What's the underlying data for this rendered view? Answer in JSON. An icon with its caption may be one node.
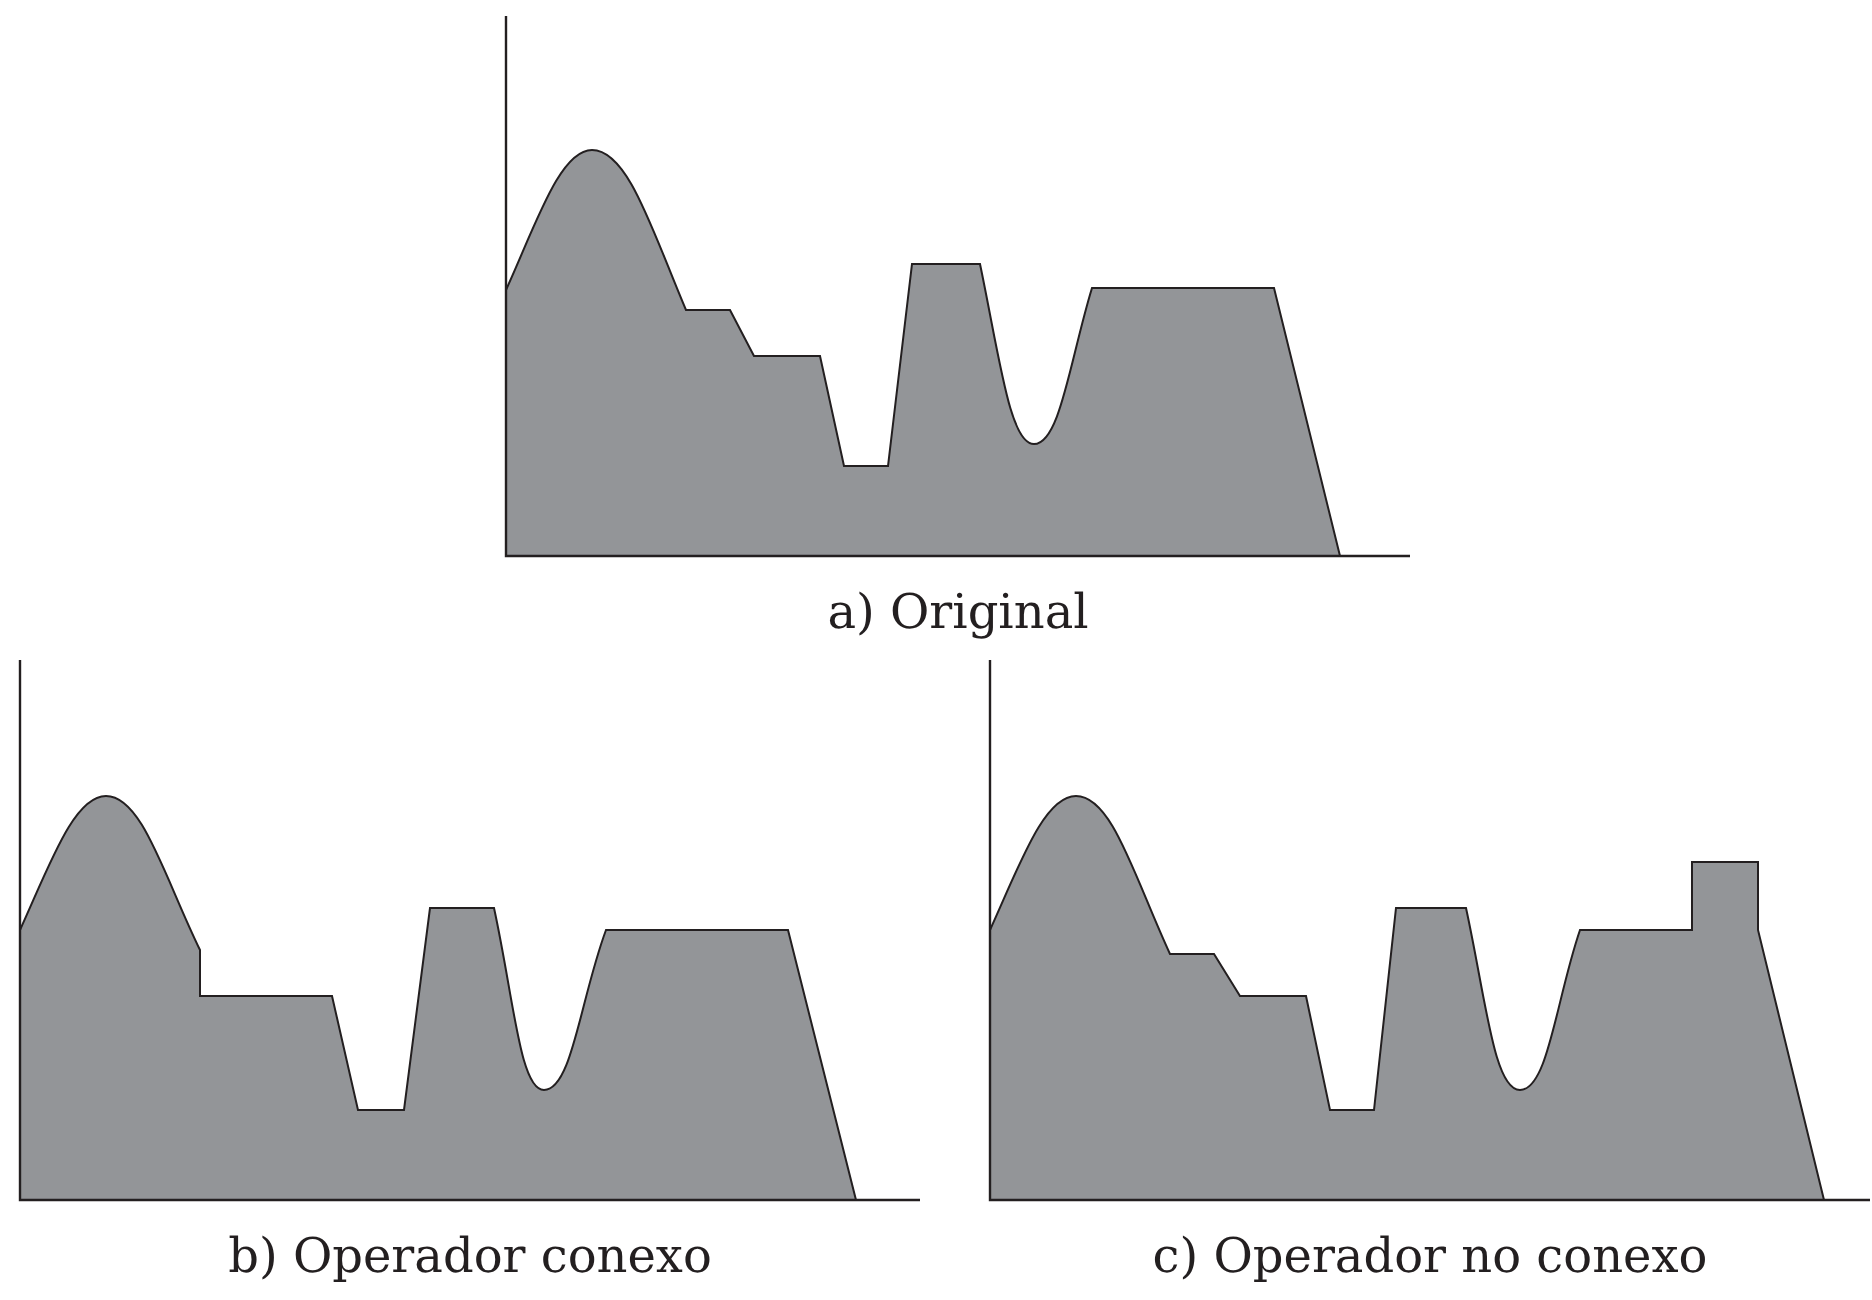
{
  "diagram": {
    "labels": [
      "a) Original",
      "b) Operador conexo",
      "c) Operador no conexo"
    ]
  }
}
